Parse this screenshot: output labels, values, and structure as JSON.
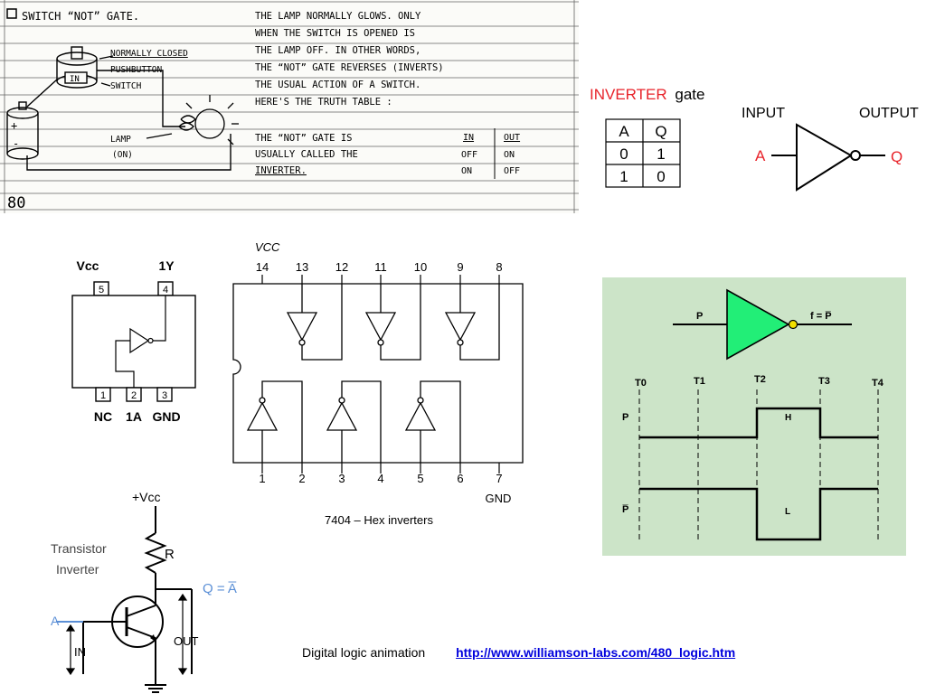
{
  "notebook": {
    "checkbox_title": "SWITCH “NOT” GATE.",
    "lines": [
      "THE LAMP NORMALLY GLOWS. ONLY",
      "WHEN THE SWITCH IS OPENED IS",
      "THE LAMP OFF. IN OTHER WORDS,",
      "THE “NOT” GATE REVERSES (INVERTS)",
      "THE USUAL ACTION OF A SWITCH.",
      "HERE'S THE TRUTH TABLE :"
    ],
    "switch_label": [
      "NORMALLY CLOSED",
      "PUSHBUTTON",
      "SWITCH"
    ],
    "in_label": "IN",
    "lamp_label": [
      "LAMP",
      "(ON)"
    ],
    "battery_plus": "+",
    "battery_minus": "-",
    "lower_lines": [
      "THE “NOT” GATE IS",
      "USUALLY CALLED THE",
      "INVERTER."
    ],
    "mini_table": {
      "headers": [
        "IN",
        "OUT"
      ],
      "rows": [
        [
          "OFF",
          "ON"
        ],
        [
          "ON",
          "OFF"
        ]
      ]
    },
    "page_number": "80"
  },
  "inverter_table": {
    "title_colored": "INVERTER",
    "title_rest": "gate",
    "headers": [
      "A",
      "Q"
    ],
    "rows": [
      [
        "0",
        "1"
      ],
      [
        "1",
        "0"
      ]
    ],
    "title_color": "#e8232a"
  },
  "gate_symbol": {
    "input_label": "INPUT",
    "output_label": "OUTPUT",
    "in_var": "A",
    "out_var": "Q",
    "var_color": "#e8232a"
  },
  "chip_single": {
    "pins_top": [
      {
        "num": "5",
        "label": "Vcc"
      },
      {
        "num": "4",
        "label": "1Y"
      }
    ],
    "pins_bottom": [
      {
        "num": "1",
        "label": "NC"
      },
      {
        "num": "2",
        "label": "1A"
      },
      {
        "num": "3",
        "label": "GND"
      }
    ]
  },
  "hex_chip": {
    "vcc_label": "VCC",
    "top_pins": [
      "14",
      "13",
      "12",
      "11",
      "10",
      "9",
      "8"
    ],
    "bottom_pins": [
      "1",
      "2",
      "3",
      "4",
      "5",
      "6",
      "7"
    ],
    "gnd_label": "GND",
    "caption": "7404 – Hex inverters"
  },
  "waveform": {
    "input": "P",
    "output": "f = P̅",
    "times": [
      "T0",
      "T1",
      "T2",
      "T3",
      "T4"
    ],
    "row1_label": "P",
    "row2_label": "P̅",
    "high_label": "H",
    "low_label": "L",
    "gate_fill": "#22ee77",
    "bubble_fill": "#f2e000",
    "bg": "#cce4c8"
  },
  "transistor": {
    "vcc": "+Vcc",
    "title": [
      "Transistor",
      "Inverter"
    ],
    "resistor": "R",
    "output": "Q = A̅",
    "input": "A",
    "in_arrow": "IN",
    "out_arrow": "OUT",
    "accent": "#5b8fd6"
  },
  "footer": {
    "caption": "Digital logic animation",
    "link": "http://www.williamson-labs.com/480_logic.htm"
  }
}
